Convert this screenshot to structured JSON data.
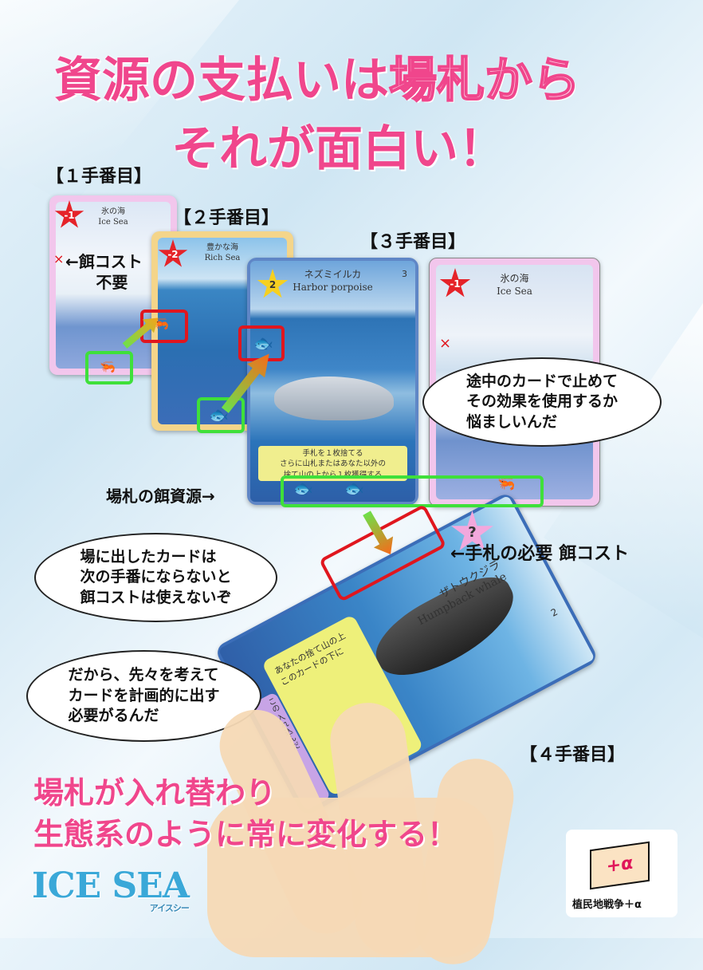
{
  "title": {
    "line1_a": "資源の支払いは",
    "line1_b": "場札から",
    "line2": "それが面白い！"
  },
  "turns": {
    "t1": "【１手番目】",
    "t2": "【２手番目】",
    "t3": "【３手番目】",
    "t4": "【４手番目】"
  },
  "cards": {
    "c1": {
      "jp": "氷の海",
      "en": "Ice Sea",
      "cost": "-1",
      "mark": "×"
    },
    "c2": {
      "jp": "豊かな海",
      "en": "Rich Sea",
      "cost": "-2"
    },
    "c3": {
      "jp": "ネズミイルカ",
      "en": "Harbor porpoise",
      "cost": "2",
      "number": "3",
      "effect": [
        "手札を１枚捨てる",
        "さらに山札またはあなた以外の",
        "捨て山の上から１枚獲得する"
      ]
    },
    "c4": {
      "jp": "氷の海",
      "en": "Ice Sea",
      "cost": "-1",
      "mark": "×"
    },
    "c5": {
      "jp": "ザトウクジラ",
      "en": "Humpback whale",
      "cost": "?",
      "number": "2",
      "effect_yellow": [
        "あなたの捨て山の上",
        "このカードの下に"
      ],
      "effect_purple": [
        "この",
        "入れ込んだ"
      ]
    }
  },
  "notes": {
    "no_cost_line1": "←餌コスト",
    "no_cost_line2": "不要",
    "field_resource": "場札の餌資源→",
    "hand_cost": "←手札の必要 餌コスト"
  },
  "bubbles": {
    "b1": [
      "途中のカードで止めて",
      "その効果を使用するか",
      "悩ましいんだ"
    ],
    "b2": [
      "場に出したカードは",
      "次の手番にならないと",
      "餌コストは使えないぞ"
    ],
    "b3": [
      "だから、先々を考えて",
      "カードを計画的に出す",
      "必要がるんだ"
    ]
  },
  "bottom": {
    "line1": "場札が入れ替わり",
    "line2": "生態系のように常に変化する！"
  },
  "logos": {
    "game": "ICE SEA",
    "game_kana": "アイスシー",
    "publisher": "植民地戦争＋α",
    "flag_text": "+α"
  },
  "colors": {
    "pink": "#f0468c",
    "red_box": "#e0161e",
    "green_box": "#3fe03a"
  }
}
